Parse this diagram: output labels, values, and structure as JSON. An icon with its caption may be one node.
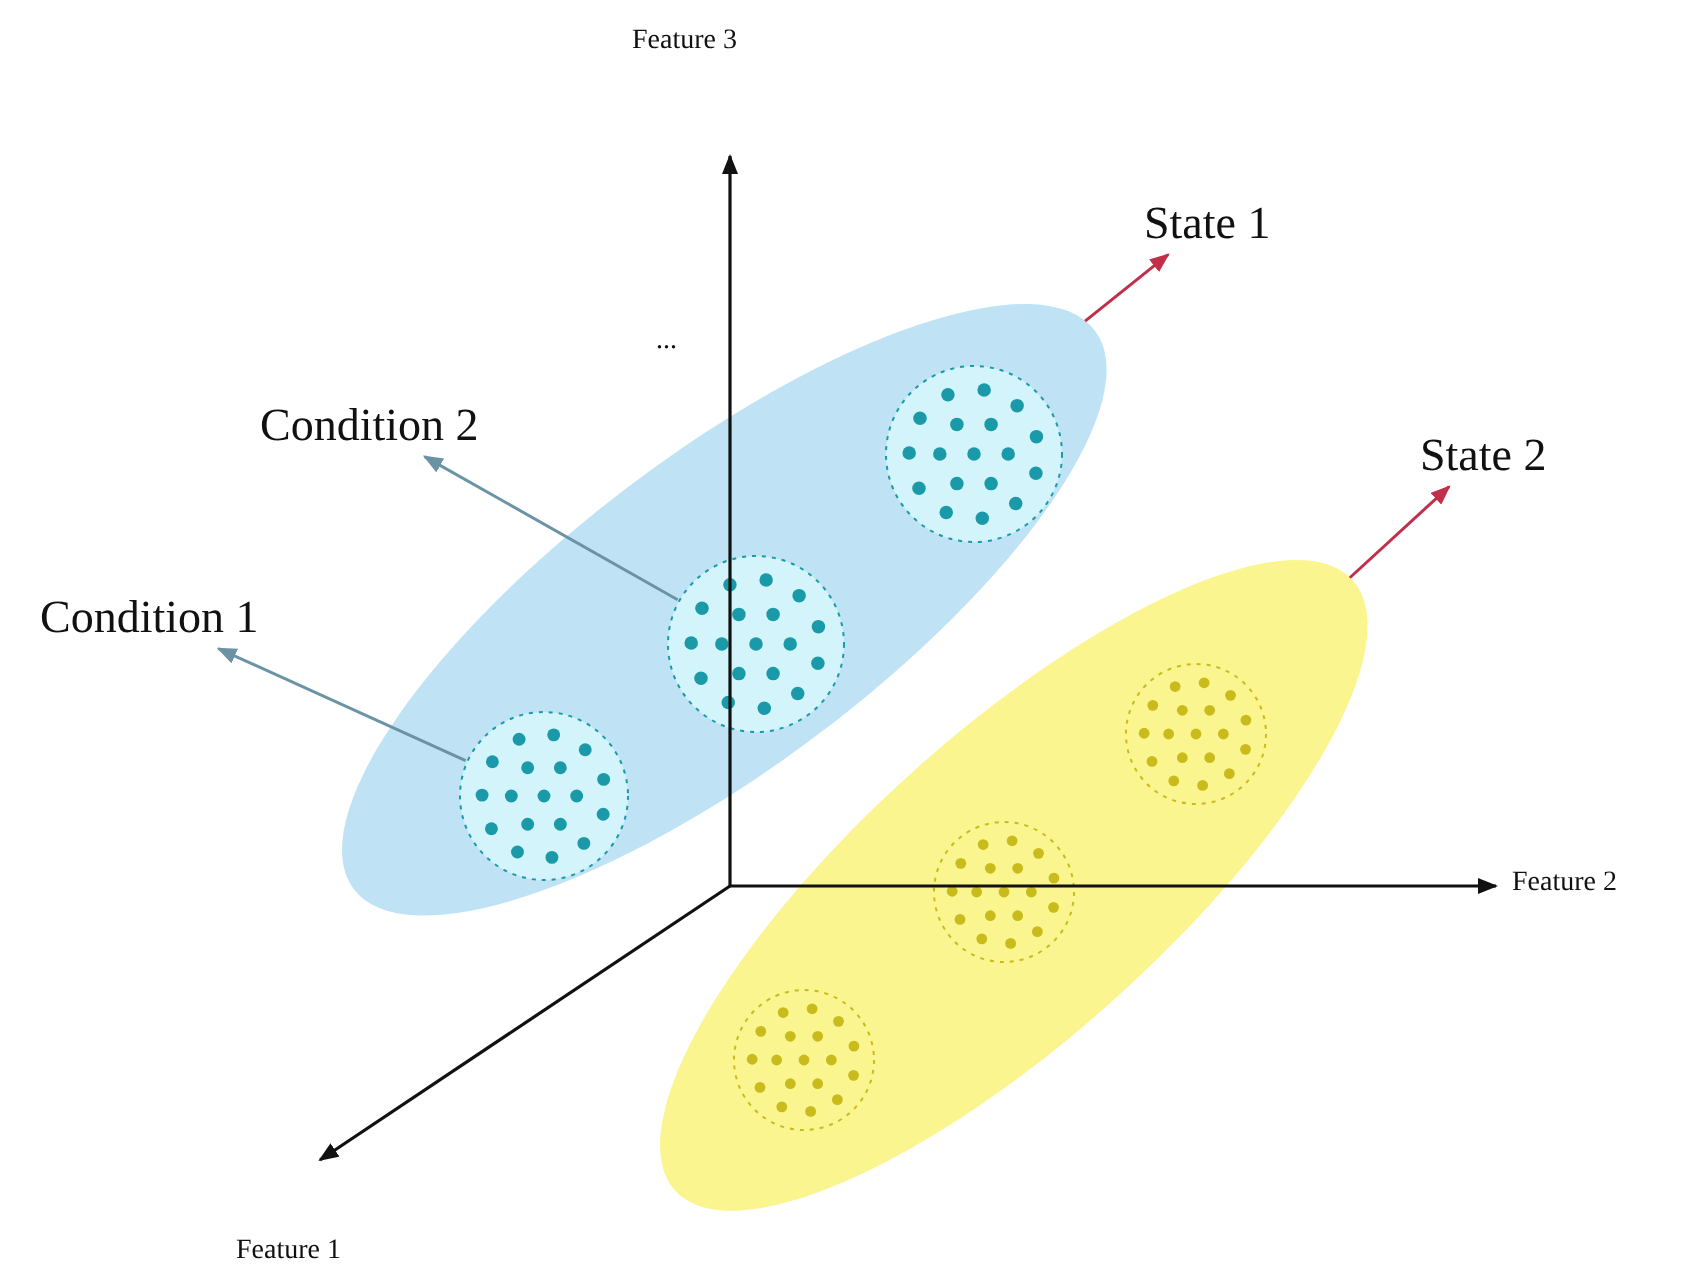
{
  "diagram": {
    "nodes": [
      {
        "text": [],
        "shape": "ellipse"
      },
      {
        "text": [],
        "shape": "circle",
        "in": 0
      },
      {
        "text": [],
        "shape": "circle",
        "in": 0
      },
      {
        "text": [],
        "shape": "circle",
        "in": 0
      },
      {
        "text": [],
        "shape": "ellipse"
      },
      {
        "text": [],
        "shape": "circle",
        "in": 4
      },
      {
        "text": [],
        "shape": "circle",
        "in": 4
      },
      {
        "text": [],
        "shape": "circle",
        "in": 4
      },
      {
        "text": [
          "Condition 1"
        ]
      },
      {
        "text": [
          "Condition 2"
        ]
      },
      {
        "text": [
          "State 1"
        ]
      },
      {
        "text": [
          "State 2"
        ]
      }
    ],
    "edges": [
      {
        "from": 1,
        "to": 8,
        "arrow": "to",
        "color": "#6b93a6"
      },
      {
        "from": 2,
        "to": 9,
        "arrow": "to",
        "color": "#6b93a6"
      },
      {
        "from": 0,
        "to": 10,
        "arrow": "to",
        "color": "#c0304a"
      },
      {
        "from": 4,
        "to": 11,
        "arrow": "to",
        "color": "#c0304a"
      }
    ],
    "labels": [
      "Feature 3",
      "...",
      "Feature 2",
      "Feature 1"
    ]
  }
}
